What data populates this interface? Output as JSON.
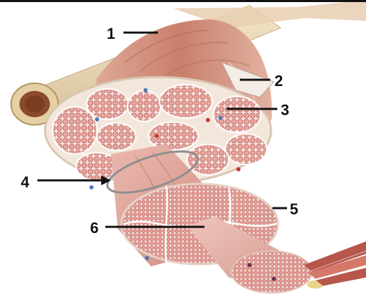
{
  "labels": [
    {
      "id": "label-1",
      "text": "1"
    },
    {
      "id": "label-2",
      "text": "2"
    },
    {
      "id": "label-3",
      "text": "3"
    },
    {
      "id": "label-4",
      "text": "4"
    },
    {
      "id": "label-5",
      "text": "5"
    },
    {
      "id": "label-6",
      "text": "6"
    }
  ],
  "colors": {
    "tendon": "#ead9b8",
    "muscle": "#d99a86",
    "fiber_fill": "#e8a7a0",
    "fiber_outline": "#b2574f",
    "connective": "#f3e7dc",
    "leader": "#111111"
  }
}
